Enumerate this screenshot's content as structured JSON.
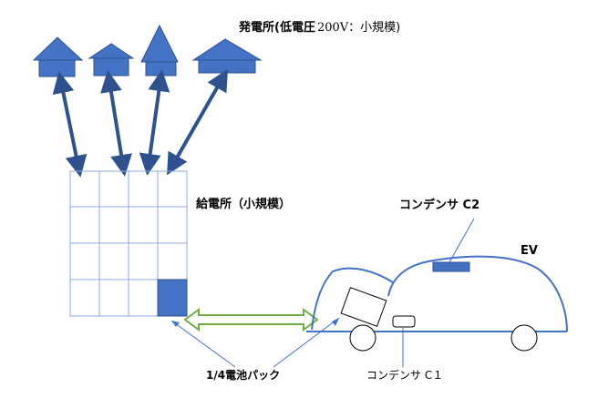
{
  "title": {
    "prefix": "発電所(低電圧",
    "voltage": "200V",
    "suffix": "：小規模)"
  },
  "station_label": "給電所（小規模）",
  "capacitor_c2_label": "コンデンサ C2",
  "ev_label": "EV",
  "battery_pack_label": "1/4電池パック",
  "capacitor_c1_label": "コンデンサ C１",
  "colors": {
    "primary": "#4472C4",
    "house_fill": "#4472C4",
    "house_stroke": "#2F528F",
    "grid_line": "#8FAADC",
    "green_arrow": "#70AD47",
    "black": "#000000"
  }
}
